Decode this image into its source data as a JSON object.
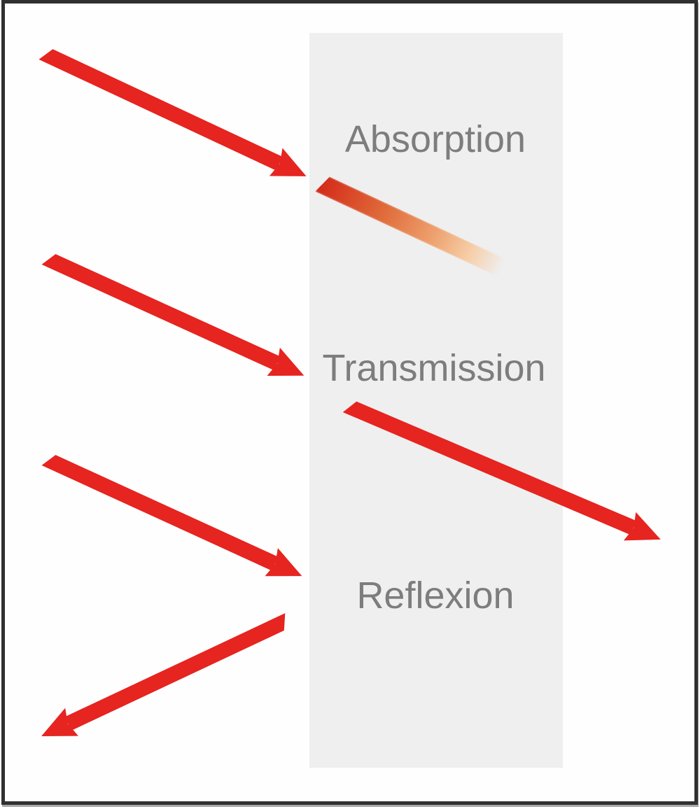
{
  "labels": {
    "absorption": "Absorption",
    "transmission": "Transmission",
    "reflexion": "Reflexion"
  },
  "colors": {
    "arrow_red": "#e62420",
    "panel_gray": "#efefef",
    "label_gray": "#7d7d7d",
    "frame_border": "#303030",
    "background": "#fefefe",
    "absorption_gradient_start": "#d32a18",
    "absorption_gradient_end": "#f6cda6"
  },
  "icons": {
    "incident_arrow_top": "red-diagonal-arrow",
    "incident_arrow_middle": "red-diagonal-arrow",
    "incident_arrow_bottom": "red-diagonal-arrow",
    "transmission_arrow": "red-diagonal-arrow",
    "reflection_arrow": "red-diagonal-arrow-down-left",
    "absorption_arrow": "red-fading-gradient-ray"
  }
}
